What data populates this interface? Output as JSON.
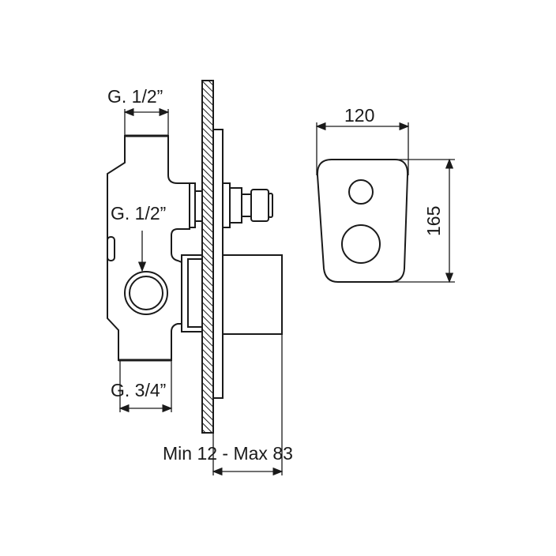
{
  "labels": {
    "top_inlet": "G. 1/2”",
    "side_inlet": "G. 1/2”",
    "bottom_outlet": "G. 3/4”",
    "wall_depth": "Min 12 - Max 83",
    "plate_width": "120",
    "plate_height": "165"
  },
  "colors": {
    "line": "#1a1a1a",
    "background": "#ffffff"
  }
}
